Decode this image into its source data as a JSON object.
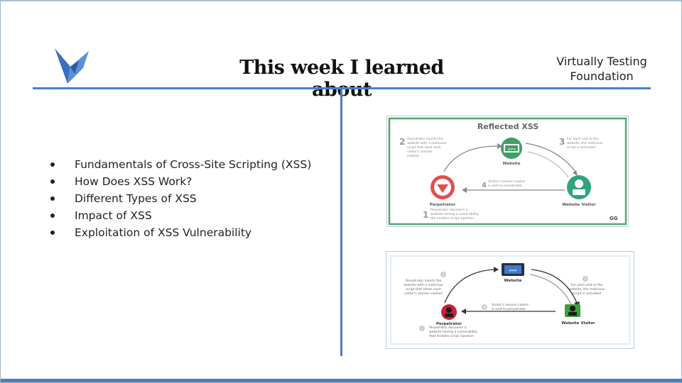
{
  "slide": {
    "title": "This week I learned about",
    "org_line1": "Virtually Testing",
    "org_line2": "Foundation",
    "colors": {
      "accent": "#4a7fc0",
      "logo": "#3b6fbf"
    }
  },
  "bullets": [
    "Fundamentals of Cross-Site Scripting (XSS)",
    "How Does XSS Work?",
    "Different Types of XSS",
    "Impact of XSS",
    "Exploitation of XSS Vulnerability"
  ],
  "figure1": {
    "title": "Reflected XSS",
    "step1_num": "1",
    "step1_text_a": "Perpetrator discovers a",
    "step1_text_b": "website having a vulnerability",
    "step1_text_c": "the enables script injection",
    "step2_num": "2",
    "step2_text_a": "Perpetrator injects the",
    "step2_text_b": "website with a malicious",
    "step2_text_c": "script that steal each",
    "step2_text_d": "visitor's session",
    "step2_text_e": "cookies",
    "step3_num": "3",
    "step3_text_a": "For each visit to the",
    "step3_text_b": "website, the malicious",
    "step3_text_c": "script is activated",
    "step4_num": "4",
    "step4_text_a": "Visitor's session cookie",
    "step4_text_b": "is sent to perpetrator.",
    "website_label": "Website",
    "website_screen": "www",
    "visitor_label": "Website Visitor",
    "perpetrator_label": "Perpetrator",
    "brand": "GG"
  },
  "figure2": {
    "step1_num": "1",
    "step1_text_a": "Perpetrator discovers a",
    "step1_text_b": "website having a vulnerability",
    "step1_text_c": "that enables script injection",
    "step2_num": "2",
    "step2_text_a": "Perpetrator injects the",
    "step2_text_b": "website with a malicious",
    "step2_text_c": "script that steals each",
    "step2_text_d": "visitor's session cookies",
    "step3_num": "3",
    "step3_text_a": "For each visit to the",
    "step3_text_b": "website, the malicious",
    "step3_text_c": "script is activated",
    "step4_num": "4",
    "step4_text_a": "Visitor's session cookie",
    "step4_text_b": "is sent to perpetrator.",
    "website_label": "Website",
    "website_screen": "www",
    "visitor_label": "Website Visitor",
    "perpetrator_label": "Perpetrator"
  }
}
